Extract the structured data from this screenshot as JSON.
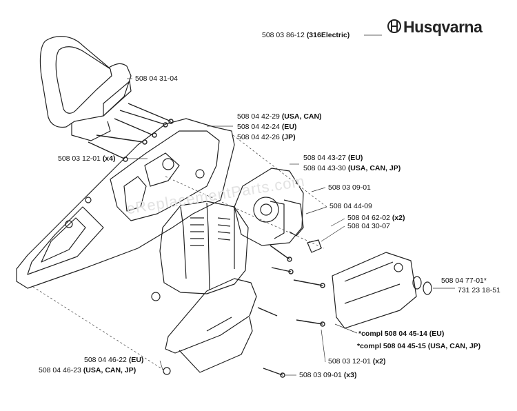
{
  "brand": {
    "name": "Husqvarna"
  },
  "watermark": "eReplacementParts.com",
  "callouts": [
    {
      "id": "c1",
      "part": "508 03 86-12",
      "note": "(316Electric)"
    },
    {
      "id": "c2",
      "part": "508 04 31-04",
      "note": ""
    },
    {
      "id": "c3",
      "part": "508 04 42-29",
      "note": "(USA, CAN)"
    },
    {
      "id": "c4",
      "part": "508 04 42-24",
      "note": "(EU)"
    },
    {
      "id": "c5",
      "part": "508 04 42-26",
      "note": "(JP)"
    },
    {
      "id": "c6",
      "part": "508 03 12-01",
      "note": "(x4)"
    },
    {
      "id": "c7",
      "part": "508 04 43-27",
      "note": "(EU)"
    },
    {
      "id": "c8",
      "part": "508 04 43-30",
      "note": "(USA, CAN, JP)"
    },
    {
      "id": "c9",
      "part": "508 03 09-01",
      "note": ""
    },
    {
      "id": "c10",
      "part": "508 04 44-09",
      "note": ""
    },
    {
      "id": "c11",
      "part": "508 04 62-02",
      "note": "(x2)"
    },
    {
      "id": "c12",
      "part": "508 04 30-07",
      "note": ""
    },
    {
      "id": "c13",
      "part": "508 04 77-01*",
      "note": ""
    },
    {
      "id": "c14",
      "part": "731 23 18-51",
      "note": ""
    },
    {
      "id": "c15",
      "part": "*compl 508 04 45-14",
      "note": "(EU)"
    },
    {
      "id": "c16",
      "part": "*compl 508 04 45-15",
      "note": "(USA, CAN, JP)"
    },
    {
      "id": "c17",
      "part": "508 03 12-01",
      "note": "(x2)"
    },
    {
      "id": "c18",
      "part": "508 04 46-22",
      "note": "(EU)"
    },
    {
      "id": "c19",
      "part": "508 04 46-23",
      "note": "(USA, CAN, JP)"
    },
    {
      "id": "c20",
      "part": "508 03 09-01",
      "note": "(x3)"
    }
  ]
}
